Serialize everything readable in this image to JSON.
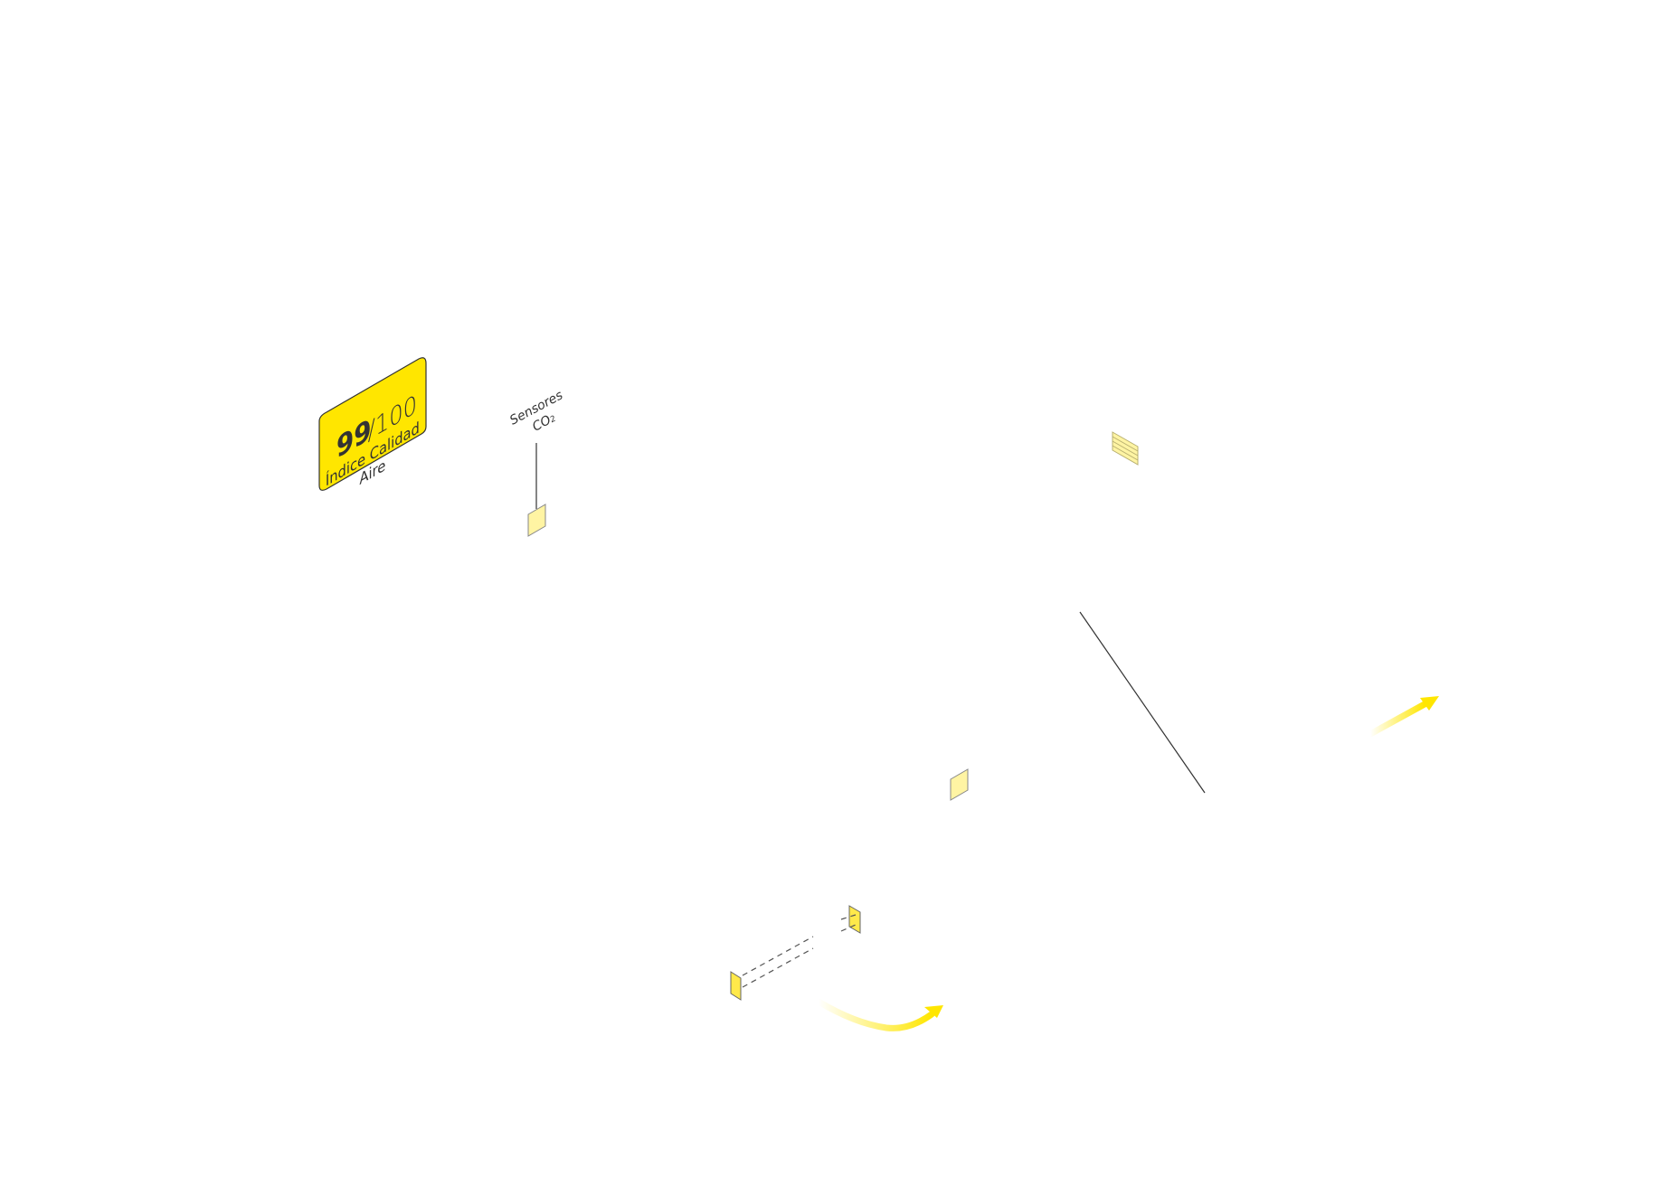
{
  "colors": {
    "accent": "#ffe600",
    "pale": "#fff4a3",
    "ink": "#333333"
  },
  "aqi_card": {
    "score": "99",
    "max": "/100",
    "label_line1": "Índice Calidad",
    "label_line2": "Aire"
  },
  "sensor": {
    "label_line1": "Sensores",
    "label_line2": "CO",
    "label_sub": "2"
  }
}
